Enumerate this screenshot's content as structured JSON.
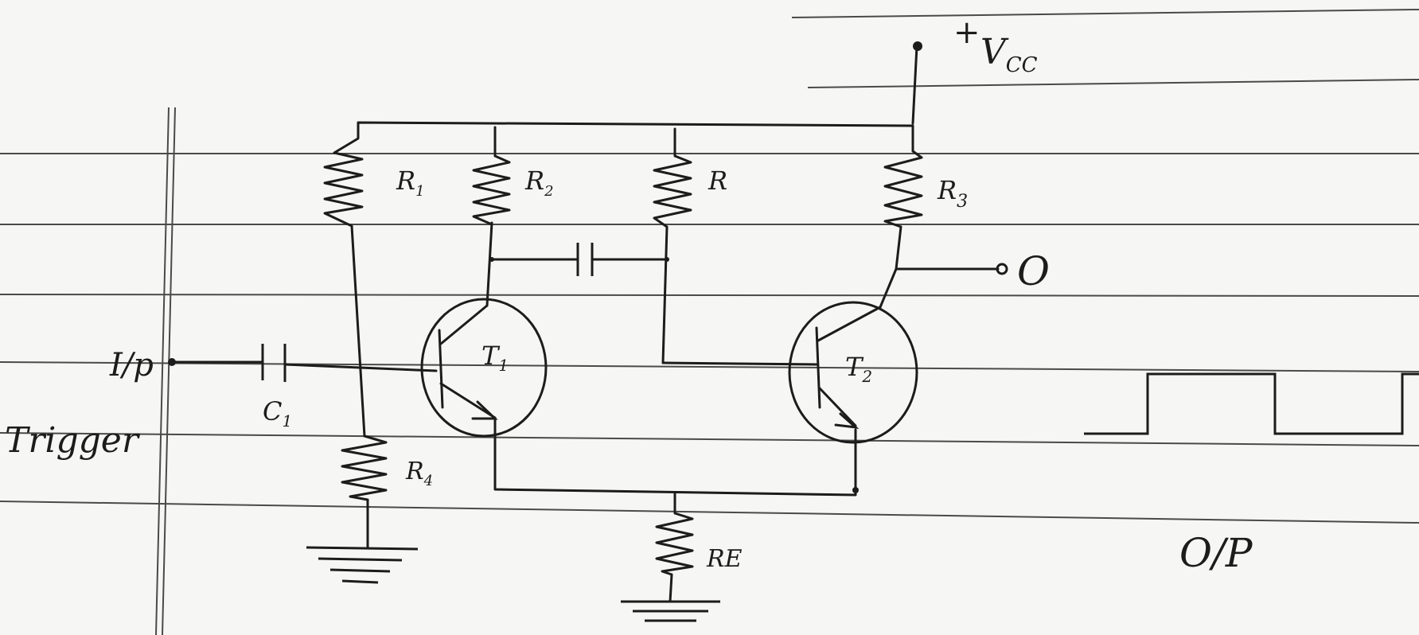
{
  "diagram": {
    "supply": {
      "sign": "+",
      "label": "V",
      "subscript": "CC"
    },
    "resistors": {
      "r1": "R",
      "r1_sub": "1",
      "r2": "R",
      "r2_sub": "2",
      "r": "R",
      "r3": "R",
      "r3_sub": "3",
      "r4": "R",
      "r4_sub": "4",
      "re": "RE"
    },
    "transistors": {
      "t1": "T",
      "t1_sub": "1",
      "t2": "T",
      "t2_sub": "2"
    },
    "capacitors": {
      "c1": "C",
      "c1_sub": "1"
    },
    "input": {
      "label": "I/p",
      "trigger": "Trigger"
    },
    "output": {
      "node_label": "O",
      "waveform_label": "O/P"
    }
  },
  "colors": {
    "paper": "#f6f6f4",
    "ruling": "#4a4a4a",
    "ink": "#1c1c1c"
  },
  "waveform_levels": [
    0,
    1,
    1,
    0,
    0,
    1,
    1,
    0,
    0
  ]
}
